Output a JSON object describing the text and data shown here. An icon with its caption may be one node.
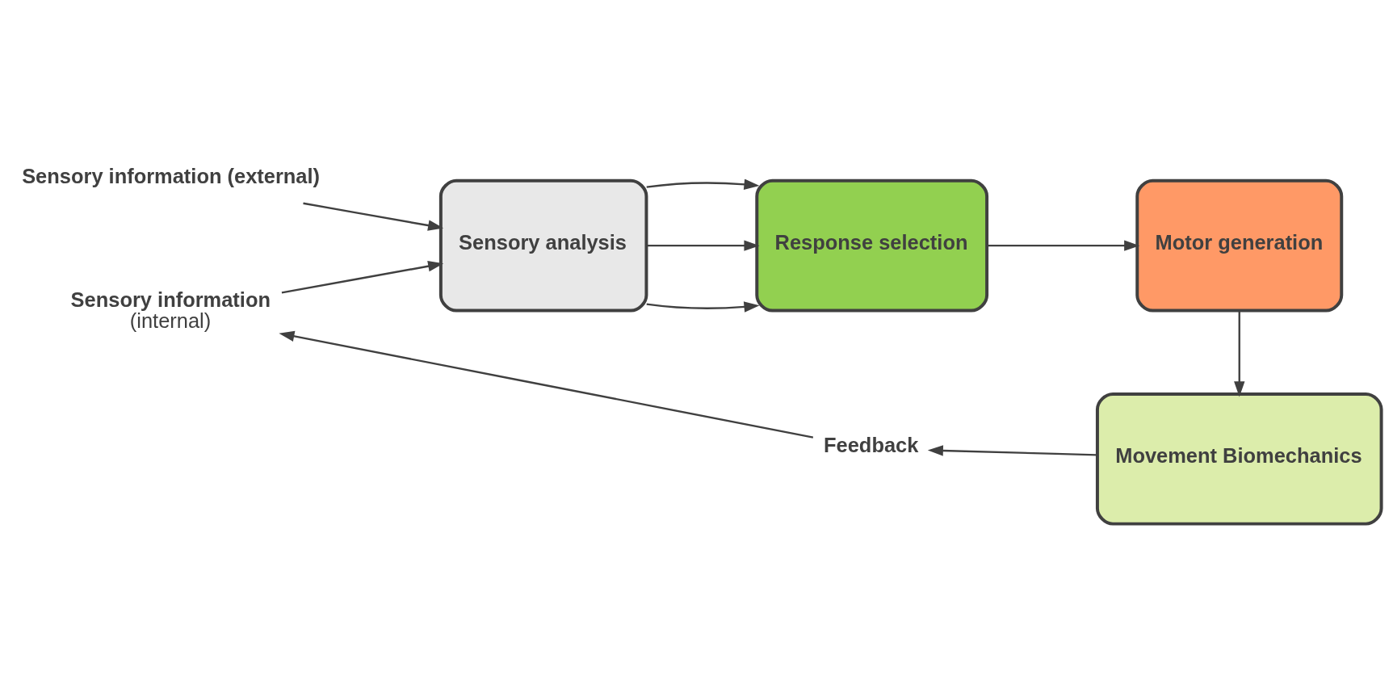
{
  "diagram": {
    "nodes": [
      {
        "text": [
          "Sensory information (external)"
        ]
      },
      {
        "text": [
          "Sensory analysis"
        ]
      },
      {
        "text": [
          "Response selection"
        ]
      },
      {
        "text": [
          "Motor generation"
        ]
      },
      {
        "text": [
          "Movement Biomechanics"
        ]
      },
      {
        "text": [
          "Feedback"
        ]
      },
      {
        "text": [
          "Sensory information",
          "(internal)"
        ]
      }
    ],
    "edges": [
      {
        "from": 0,
        "to": 1,
        "arrow": "to"
      },
      {
        "from": 1,
        "to": 2,
        "arrow": "to"
      },
      {
        "from": 1,
        "to": 2,
        "arrow": "to"
      },
      {
        "from": 1,
        "to": 2,
        "arrow": "to"
      },
      {
        "from": 2,
        "to": 3,
        "arrow": "to"
      },
      {
        "from": 3,
        "to": 4,
        "arrow": "to"
      },
      {
        "from": 4,
        "to": 5,
        "arrow": "to"
      },
      {
        "from": 5,
        "to": 6,
        "arrow": "to"
      },
      {
        "from": 6,
        "to": 1,
        "arrow": "to"
      }
    ]
  }
}
